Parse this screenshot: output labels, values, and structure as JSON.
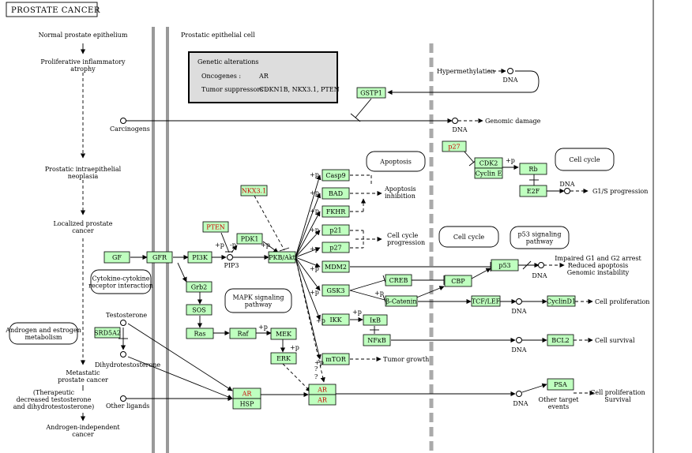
{
  "title": "PROSTATE CANCER",
  "stages": [
    {
      "id": "normal",
      "text": "Normal prostate epithelium"
    },
    {
      "id": "pia",
      "text": "Proliferative inflammatory|atrophy"
    },
    {
      "id": "pin",
      "text": "Prostatic intraepithelial|neoplasia"
    },
    {
      "id": "localized",
      "text": "Localized prostate|cancer"
    },
    {
      "id": "metastatic",
      "text": "Metastatic|prostate cancer"
    },
    {
      "id": "therapeutic",
      "text": "(Therapeutic|decreased testosterone|and dihydrotestosterone)"
    },
    {
      "id": "androgen_ind",
      "text": "Androgen-independent|cancer"
    }
  ],
  "cell_label": "Prostatic epithelial cell",
  "genetic": {
    "title": "Genetic alterations",
    "oncogenes_label": "Oncogenes :",
    "oncogenes": "AR",
    "suppressors_label": "Tumor suppressors :",
    "suppressors": "CDKN1B, NKX3.1, PTEN"
  },
  "genes": [
    {
      "id": "gstp1",
      "label": "GSTP1",
      "red": false
    },
    {
      "id": "gf",
      "label": "GF",
      "red": false
    },
    {
      "id": "gfr",
      "label": "GFR",
      "red": false
    },
    {
      "id": "pi3k",
      "label": "PI3K",
      "red": false
    },
    {
      "id": "pten",
      "label": "PTEN",
      "red": true
    },
    {
      "id": "pdk1",
      "label": "PDK1",
      "red": false
    },
    {
      "id": "pkb",
      "label": "PKB/Akt",
      "red": false
    },
    {
      "id": "nkx31",
      "label": "NKX3.1",
      "red": true
    },
    {
      "id": "casp9",
      "label": "Casp9",
      "red": false
    },
    {
      "id": "bad",
      "label": "BAD",
      "red": false
    },
    {
      "id": "fkhr",
      "label": "FKHR",
      "red": false
    },
    {
      "id": "p21",
      "label": "p21",
      "red": false
    },
    {
      "id": "p27b",
      "label": "p27",
      "red": false
    },
    {
      "id": "mdm2",
      "label": "MDM2",
      "red": false
    },
    {
      "id": "gsk3",
      "label": "GSK3",
      "red": false
    },
    {
      "id": "ikk",
      "label": "IKK",
      "red": false
    },
    {
      "id": "mtor",
      "label": "mTOR",
      "red": false
    },
    {
      "id": "creb",
      "label": "CREB",
      "red": false
    },
    {
      "id": "bcat",
      "label": "β-Catenin",
      "red": false
    },
    {
      "id": "cbp",
      "label": "CBP",
      "red": false
    },
    {
      "id": "p53",
      "label": "p53",
      "red": false
    },
    {
      "id": "ikb",
      "label": "IκB",
      "red": false
    },
    {
      "id": "nfkb",
      "label": "NFκB",
      "red": false
    },
    {
      "id": "tcf",
      "label": "TCF/LEF",
      "red": false
    },
    {
      "id": "cyclind1",
      "label": "CyclinD1",
      "red": false
    },
    {
      "id": "bcl2",
      "label": "BCL2",
      "red": false
    },
    {
      "id": "p27a",
      "label": "p27",
      "red": true
    },
    {
      "id": "cdk2",
      "label": "CDK2",
      "red": false
    },
    {
      "id": "cycline",
      "label": "Cyclin E",
      "red": false
    },
    {
      "id": "rb",
      "label": "Rb",
      "red": false
    },
    {
      "id": "e2f",
      "label": "E2F",
      "red": false
    },
    {
      "id": "grb2",
      "label": "Grb2",
      "red": false
    },
    {
      "id": "sos",
      "label": "SOS",
      "red": false
    },
    {
      "id": "ras",
      "label": "Ras",
      "red": false
    },
    {
      "id": "raf",
      "label": "Raf",
      "red": false
    },
    {
      "id": "mek",
      "label": "MEK",
      "red": false
    },
    {
      "id": "erk",
      "label": "ERK",
      "red": false
    },
    {
      "id": "srd5a2",
      "label": "SRD5A2",
      "red": false
    },
    {
      "id": "ar1",
      "label": "AR",
      "red": true
    },
    {
      "id": "hsp",
      "label": "HSP",
      "red": false
    },
    {
      "id": "ar2",
      "label": "AR",
      "red": true
    },
    {
      "id": "ar3",
      "label": "AR",
      "red": true
    },
    {
      "id": "psa",
      "label": "PSA",
      "red": false
    }
  ],
  "maps": [
    {
      "id": "apoptosis",
      "text": "Apoptosis"
    },
    {
      "id": "cellcycle1",
      "text": "Cell cycle"
    },
    {
      "id": "cellcycle2",
      "text": "Cell cycle"
    },
    {
      "id": "p53sig",
      "text": "p53 signaling|pathway"
    },
    {
      "id": "cytokine",
      "text": "Cytokine-cytokine|receptor interaction"
    },
    {
      "id": "mapk",
      "text": "MAPK signaling|pathway"
    },
    {
      "id": "androgen",
      "text": "Androgen and estrogen|metabolism"
    }
  ],
  "labels": [
    {
      "id": "hypermeth",
      "text": "Hypermethylation"
    },
    {
      "id": "dna_hm",
      "text": "DNA"
    },
    {
      "id": "carcinogens",
      "text": "Carcinogens"
    },
    {
      "id": "dna_gd",
      "text": "DNA"
    },
    {
      "id": "genomic_damage",
      "text": "Genomic damage"
    },
    {
      "id": "apop_inhib",
      "text": "Apoptosis|inhibition"
    },
    {
      "id": "cc_prog",
      "text": "Cell cycle|progression"
    },
    {
      "id": "dna_e2f",
      "text": "DNA"
    },
    {
      "id": "g1s",
      "text": "G1/S progression"
    },
    {
      "id": "dna_p53",
      "text": "DNA"
    },
    {
      "id": "impaired",
      "text": "Impaired G1 and G2 arrest|Reduced apoptosis|Genomic instability"
    },
    {
      "id": "dna_tcf",
      "text": "DNA"
    },
    {
      "id": "cell_prolif1",
      "text": "Cell proliferation"
    },
    {
      "id": "dna_nfkb",
      "text": "DNA"
    },
    {
      "id": "cell_survival",
      "text": "Cell survival"
    },
    {
      "id": "tumor_growth",
      "text": "Tumor growth"
    },
    {
      "id": "pip3",
      "text": "PIP3"
    },
    {
      "id": "testosterone",
      "text": "Testosterone"
    },
    {
      "id": "dht",
      "text": "Dihydrotestosterone"
    },
    {
      "id": "other_ligands",
      "text": "Other ligands"
    },
    {
      "id": "dna_ar",
      "text": "DNA"
    },
    {
      "id": "other_target",
      "text": "Other target|events"
    },
    {
      "id": "prolif_surv",
      "text": "Cell proliferation|Survival"
    }
  ],
  "edge_marks": [
    {
      "id": "m1",
      "text": "+p"
    },
    {
      "id": "m2",
      "text": "-p"
    },
    {
      "id": "m3",
      "text": "+p"
    },
    {
      "id": "m4",
      "text": "+p"
    },
    {
      "id": "m5",
      "text": "+p"
    },
    {
      "id": "m6",
      "text": "+p"
    },
    {
      "id": "m7",
      "text": "+p"
    },
    {
      "id": "m8",
      "text": "+p"
    },
    {
      "id": "m9",
      "text": "+p"
    },
    {
      "id": "m10",
      "text": "+p"
    },
    {
      "id": "m11",
      "text": "+p"
    },
    {
      "id": "m12",
      "text": "+p"
    },
    {
      "id": "m13",
      "text": "+p"
    },
    {
      "id": "m14",
      "text": "+p"
    },
    {
      "id": "m15",
      "text": "+p"
    },
    {
      "id": "m16",
      "text": "+p"
    },
    {
      "id": "m17",
      "text": "+p"
    },
    {
      "id": "m18",
      "text": "?"
    },
    {
      "id": "m19",
      "text": "?"
    }
  ]
}
